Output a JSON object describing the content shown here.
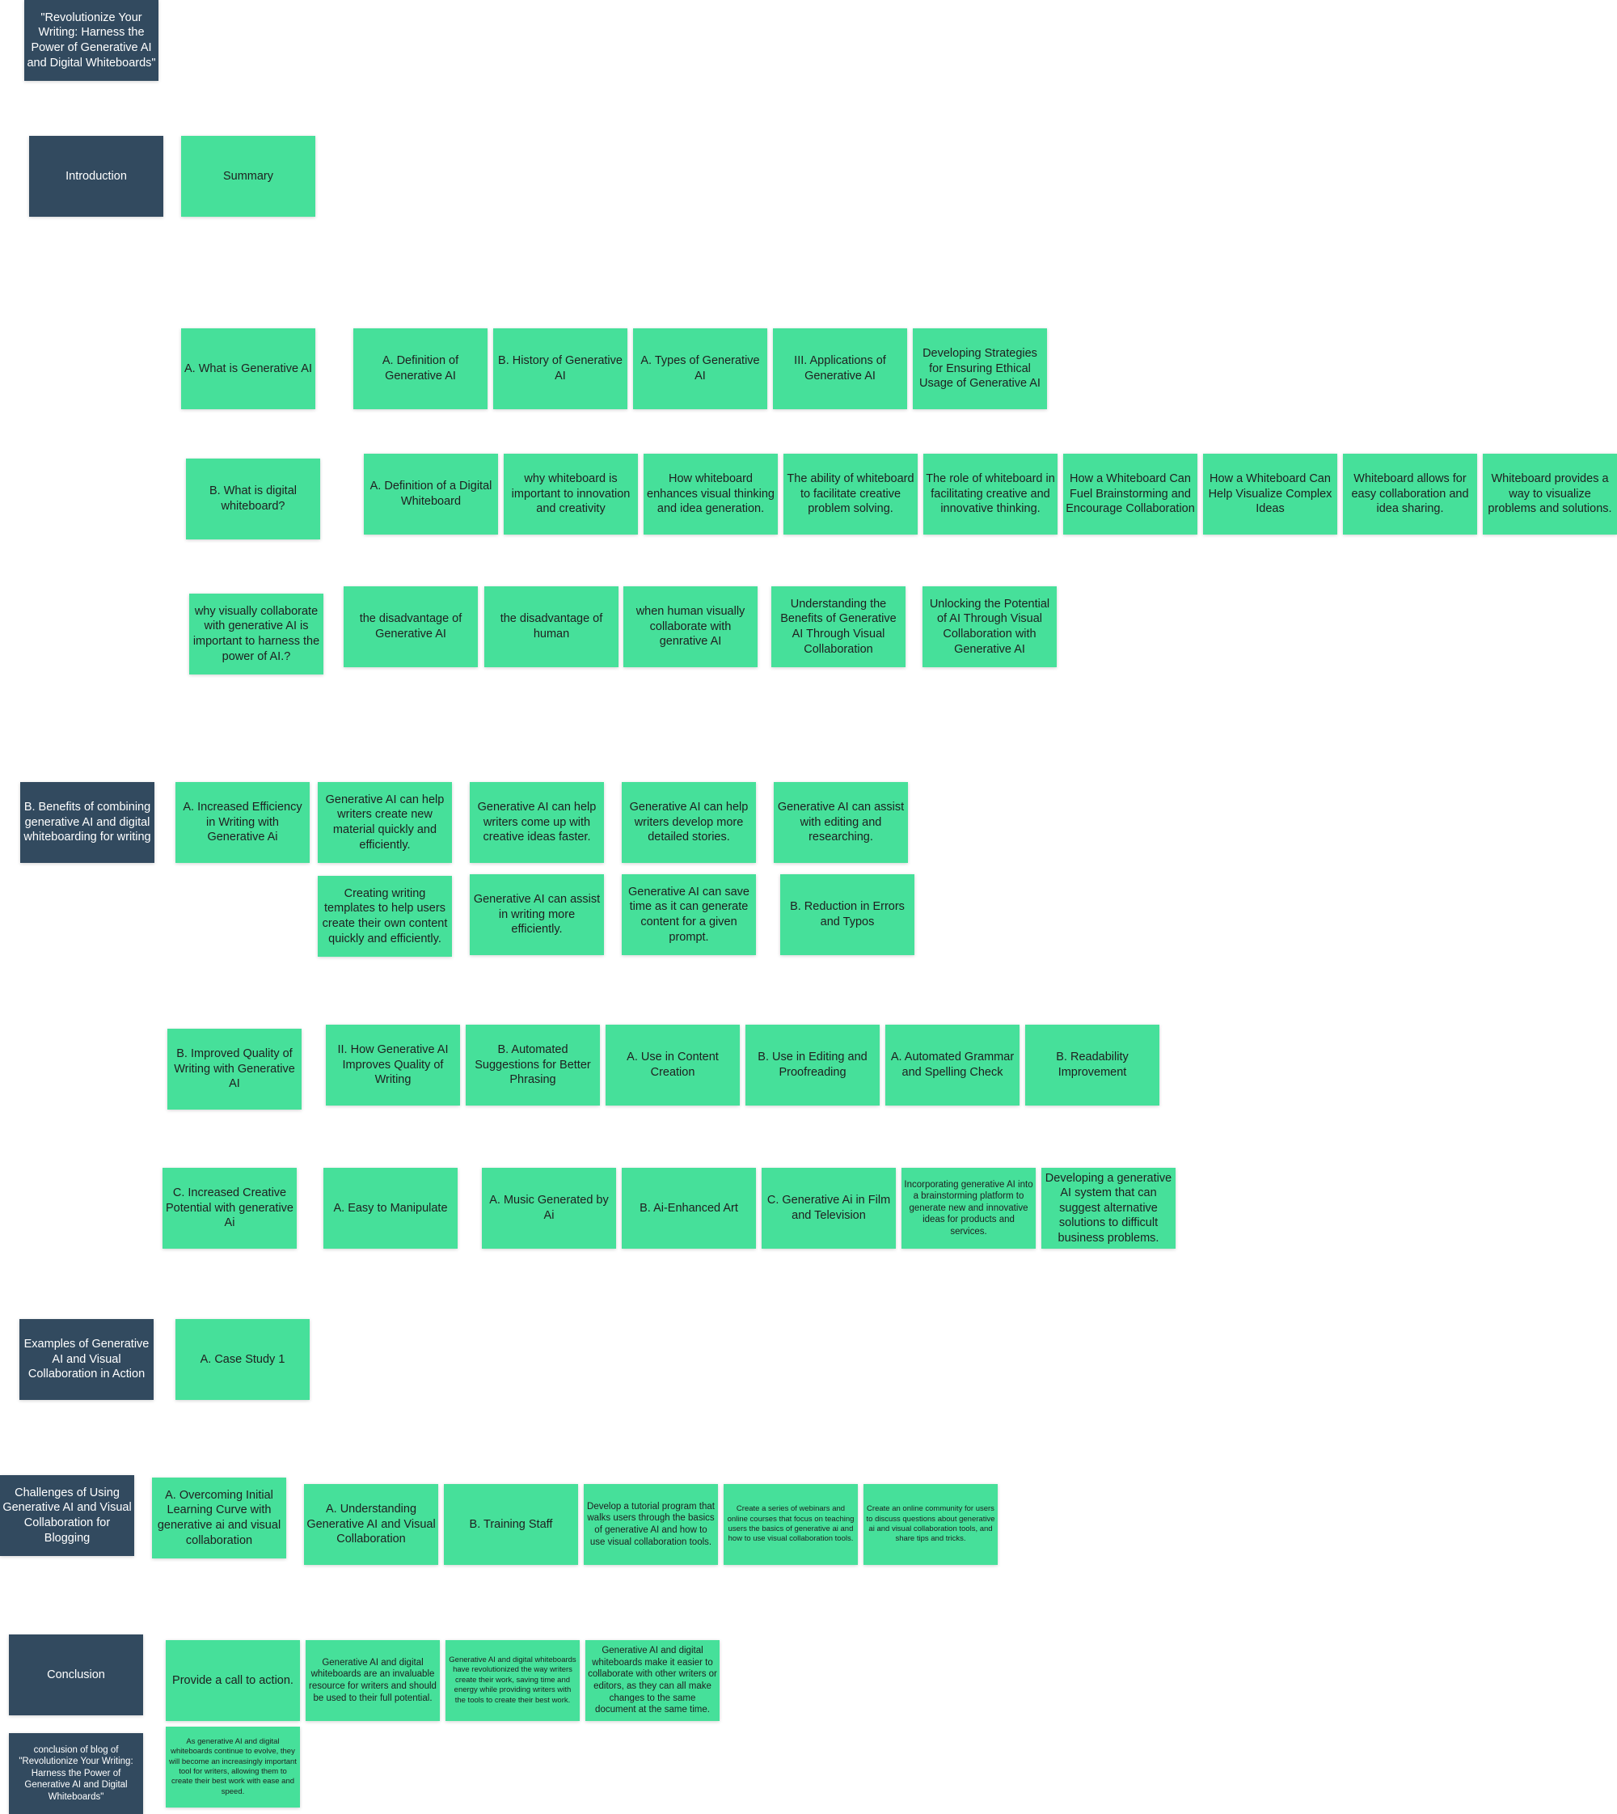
{
  "colors": {
    "section_note": "#324a5f",
    "topic_note": "#46e09a",
    "background": "#ffffff"
  },
  "notes": [
    {
      "text": "\"Revolutionize Your Writing: Harness the Power of Generative AI and Digital Whiteboards\"",
      "style": "section"
    },
    {
      "text": "Introduction",
      "style": "section"
    },
    {
      "text": "Summary",
      "style": "topic"
    },
    {
      "text": "A. What is Generative AI",
      "style": "topic"
    },
    {
      "text": "A. Definition of Generative AI",
      "style": "topic"
    },
    {
      "text": "B. History of Generative AI",
      "style": "topic"
    },
    {
      "text": "A. Types of Generative AI",
      "style": "topic"
    },
    {
      "text": "III. Applications of Generative AI",
      "style": "topic"
    },
    {
      "text": "Developing Strategies for Ensuring Ethical Usage of Generative AI",
      "style": "topic"
    },
    {
      "text": "B. What is digital whiteboard?",
      "style": "topic"
    },
    {
      "text": "A. Definition of a Digital Whiteboard",
      "style": "topic"
    },
    {
      "text": "why whiteboard is important to innovation and creativity",
      "style": "topic"
    },
    {
      "text": "How whiteboard enhances visual thinking and idea generation.",
      "style": "topic"
    },
    {
      "text": "The ability of whiteboard to facilitate creative problem solving.",
      "style": "topic"
    },
    {
      "text": "The role of whiteboard in facilitating creative and innovative thinking.",
      "style": "topic"
    },
    {
      "text": "How a Whiteboard Can Fuel Brainstorming and Encourage Collaboration",
      "style": "topic"
    },
    {
      "text": "How a Whiteboard Can Help Visualize Complex Ideas",
      "style": "topic"
    },
    {
      "text": "Whiteboard allows for easy collaboration and idea sharing.",
      "style": "topic"
    },
    {
      "text": "Whiteboard provides a way to visualize problems and solutions.",
      "style": "topic"
    },
    {
      "text": "why visually collaborate with generative AI is important to harness the power of AI.?",
      "style": "topic"
    },
    {
      "text": "the disadvantage of Generative AI",
      "style": "topic"
    },
    {
      "text": "the disadvantage of human",
      "style": "topic"
    },
    {
      "text": "when human visually collaborate with genrative AI",
      "style": "topic"
    },
    {
      "text": "Understanding the Benefits of Generative AI Through Visual Collaboration",
      "style": "topic"
    },
    {
      "text": "Unlocking the Potential of AI Through Visual Collaboration with Generative AI",
      "style": "topic"
    },
    {
      "text": "B. Benefits of combining generative AI and digital whiteboarding for writing",
      "style": "section"
    },
    {
      "text": "A. Increased Efficiency in Writing with Generative Ai",
      "style": "topic"
    },
    {
      "text": "Generative AI can help writers create new material quickly and efficiently.",
      "style": "topic"
    },
    {
      "text": "Generative AI can help writers come up with creative ideas faster.",
      "style": "topic"
    },
    {
      "text": "Generative AI can help writers develop more detailed stories.",
      "style": "topic"
    },
    {
      "text": "Generative AI can assist with editing and researching.",
      "style": "topic"
    },
    {
      "text": "Creating writing templates to help users create their own content quickly and efficiently.",
      "style": "topic"
    },
    {
      "text": "Generative AI can assist in writing more efficiently.",
      "style": "topic"
    },
    {
      "text": "Generative AI can save time as it can generate content for a given prompt.",
      "style": "topic"
    },
    {
      "text": "B. Reduction in Errors and Typos",
      "style": "topic"
    },
    {
      "text": "B. Improved Quality of Writing with Generative AI",
      "style": "topic"
    },
    {
      "text": "II. How Generative AI Improves Quality of Writing",
      "style": "topic"
    },
    {
      "text": "B. Automated Suggestions for Better Phrasing",
      "style": "topic"
    },
    {
      "text": "A. Use in Content Creation",
      "style": "topic"
    },
    {
      "text": "B. Use in Editing and Proofreading",
      "style": "topic"
    },
    {
      "text": "A. Automated Grammar and Spelling Check",
      "style": "topic"
    },
    {
      "text": "B. Readability Improvement",
      "style": "topic"
    },
    {
      "text": "C. Increased Creative Potential with generative Ai",
      "style": "topic"
    },
    {
      "text": "A. Easy to Manipulate",
      "style": "topic"
    },
    {
      "text": "A. Music Generated by Ai",
      "style": "topic"
    },
    {
      "text": "B. Ai-Enhanced Art",
      "style": "topic"
    },
    {
      "text": "C. Generative Ai in Film and Television",
      "style": "topic"
    },
    {
      "text": "Incorporating generative AI into a brainstorming platform to generate new and innovative ideas for products and services.",
      "style": "topic"
    },
    {
      "text": "Developing a generative AI system that can suggest alternative solutions to difficult business problems.",
      "style": "topic"
    },
    {
      "text": "Examples of Generative AI and Visual Collaboration in Action",
      "style": "section"
    },
    {
      "text": "A. Case Study 1",
      "style": "topic"
    },
    {
      "text": "Challenges of Using Generative AI and Visual Collaboration for Blogging",
      "style": "section"
    },
    {
      "text": "A. Overcoming Initial Learning Curve with generative ai and visual collaboration",
      "style": "topic"
    },
    {
      "text": "A. Understanding Generative AI and Visual Collaboration",
      "style": "topic"
    },
    {
      "text": "B. Training Staff",
      "style": "topic"
    },
    {
      "text": "Develop a tutorial program that walks users through the basics of generative AI and how to use visual collaboration tools.",
      "style": "topic"
    },
    {
      "text": "Create a series of webinars and online courses that focus on teaching users the basics of generative ai and how to use visual collaboration tools.",
      "style": "topic"
    },
    {
      "text": "Create an online community for users to discuss questions about generative ai and visual collaboration tools, and share tips and tricks.",
      "style": "topic"
    },
    {
      "text": "Conclusion",
      "style": "section"
    },
    {
      "text": "Provide a call to action.",
      "style": "topic"
    },
    {
      "text": "Generative AI and digital whiteboards are an invaluable resource for writers and should be used to their full potential.",
      "style": "topic"
    },
    {
      "text": "Generative AI and digital whiteboards have revolutionized the way writers create their work, saving time and energy while providing writers with the tools to create their best work.",
      "style": "topic"
    },
    {
      "text": "Generative AI and digital whiteboards make it easier to collaborate with other writers or editors, as they can all make changes to the same document at the same time.",
      "style": "topic"
    },
    {
      "text": "conclusion of blog of \"Revolutionize Your Writing: Harness the Power of Generative AI and Digital Whiteboards\"",
      "style": "section"
    },
    {
      "text": "As generative AI and digital whiteboards continue to evolve, they will become an increasingly important tool for writers, allowing them to create their best work with ease and speed.",
      "style": "topic"
    }
  ]
}
